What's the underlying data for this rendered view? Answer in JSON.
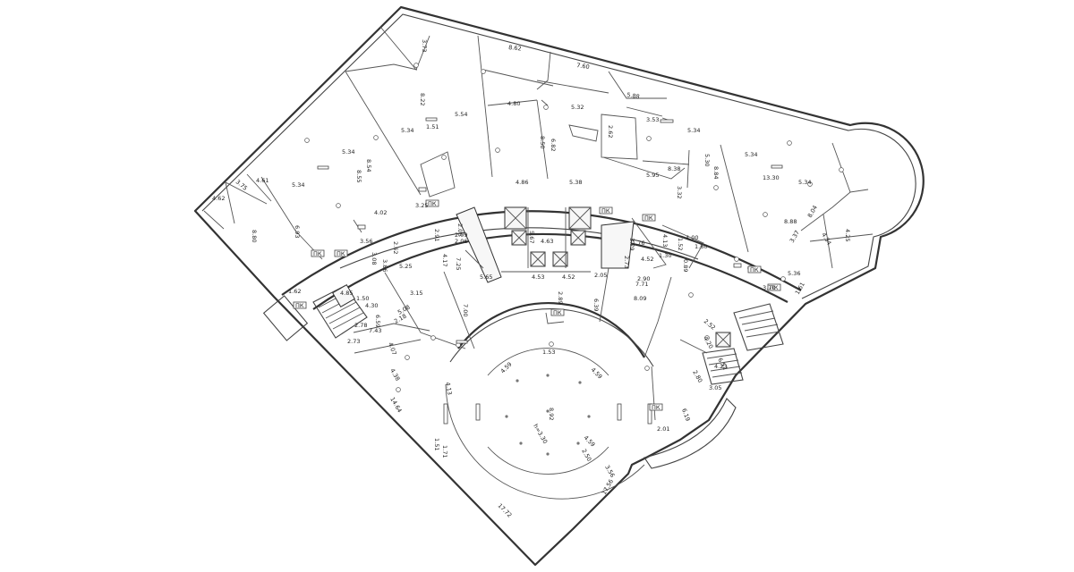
{
  "plan": {
    "dims": [
      "3.73",
      "8.62",
      "7.60",
      "5.88",
      "3.53",
      "4.80",
      "5.32",
      "8.22",
      "1.51",
      "5.54",
      "5.34",
      "5.34",
      "5.34",
      "13.30",
      "5.34",
      "6.82",
      "8.50",
      "2.62",
      "8.38",
      "5.95",
      "5.30",
      "3.32",
      "8.84",
      "4.61",
      "5.34",
      "5.34",
      "8.54",
      "8.55",
      "4.62",
      "3.75",
      "3.25",
      "4.86",
      "5.38",
      "4.02",
      "8.80",
      "6.93",
      "8.88",
      "8.04",
      "4.34",
      "3.37",
      "4.25",
      "5.36",
      "2.91",
      "2.06",
      "2.09",
      "2.06",
      "5.67",
      "4.63",
      "3.79",
      "1.76",
      "4.13",
      "1.52",
      "4.00",
      "3.56",
      "3.08",
      "2.62",
      "5.25",
      "3.86",
      "4.17",
      "7.25",
      "2.73",
      "1.30",
      "4.52",
      "0.89",
      "1.60",
      "2.90",
      "7.71",
      "5.65",
      "4.53",
      "4.52",
      "2.05",
      "6.39",
      "8.09",
      "3.15",
      "2.89",
      "7.00",
      "4.85",
      "1.50",
      "4.30",
      "2.78",
      "6.59",
      "5.08",
      "2.18",
      "7.43",
      "4.07",
      "2.73",
      "3.70",
      "2.52",
      "4.20",
      "6.52",
      "1.53",
      "4.59",
      "4.59",
      "4.23",
      "4.13",
      "4.38",
      "2.80",
      "3.05",
      "14.64",
      "8.92",
      "h=3.30",
      "1.51",
      "1.71",
      "2.50",
      "3.56",
      "4.59",
      "2.01",
      "6.19",
      "17.72",
      "17.56",
      "1.62",
      "1.61"
    ],
    "tags": [
      "ПК",
      "ПК",
      "ПК",
      "ПК",
      "ПК",
      "ПК",
      "ПК",
      "ПК",
      "ПК",
      "ПК"
    ]
  }
}
